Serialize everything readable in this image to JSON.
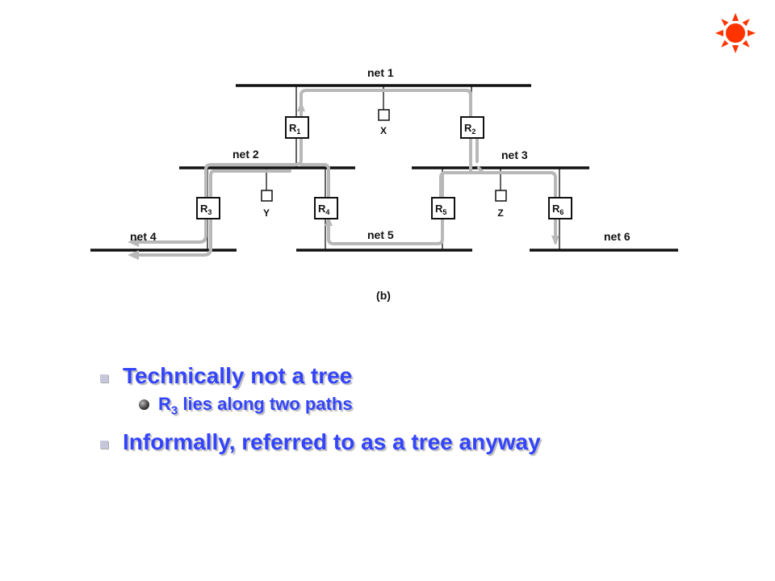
{
  "diagram": {
    "networks": [
      {
        "id": "net1",
        "label": "net 1"
      },
      {
        "id": "net2",
        "label": "net 2"
      },
      {
        "id": "net3",
        "label": "net 3"
      },
      {
        "id": "net4",
        "label": "net 4"
      },
      {
        "id": "net5",
        "label": "net 5"
      },
      {
        "id": "net6",
        "label": "net 6"
      }
    ],
    "routers": [
      {
        "id": "R1",
        "letter": "R",
        "sub": "1"
      },
      {
        "id": "R2",
        "letter": "R",
        "sub": "2"
      },
      {
        "id": "R3",
        "letter": "R",
        "sub": "3"
      },
      {
        "id": "R4",
        "letter": "R",
        "sub": "4"
      },
      {
        "id": "R5",
        "letter": "R",
        "sub": "5"
      },
      {
        "id": "R6",
        "letter": "R",
        "sub": "6"
      }
    ],
    "hosts": [
      {
        "id": "X",
        "label": "X"
      },
      {
        "id": "Y",
        "label": "Y"
      },
      {
        "id": "Z",
        "label": "Z"
      }
    ],
    "caption": "(b)",
    "path_color": "#b8b8b8"
  },
  "bullets": {
    "item1": "Technically not a tree",
    "sub1_prefix": "R",
    "sub1_subscript": "3",
    "sub1_suffix": " lies along two paths",
    "item2": "Informally, referred to as a tree anyway"
  },
  "colors": {
    "bullet_text": "#3344ff",
    "sun_icon": "#ff3300"
  }
}
